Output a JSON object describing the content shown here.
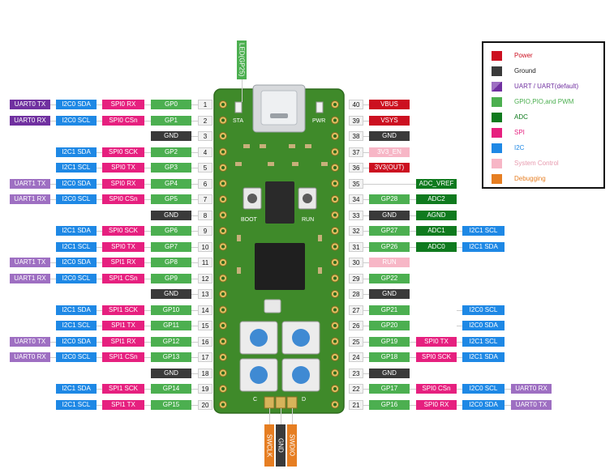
{
  "colors": {
    "uart": "#7030a0",
    "uart_alt": "#9e6fc2",
    "i2c": "#1e88e5",
    "spi": "#e6207f",
    "gpio": "#4caf50",
    "adc": "#0f7a1e",
    "power": "#cc1020",
    "ground": "#3a3a3a",
    "sysctl": "#f7b6c6",
    "debug": "#e67e22",
    "board": "#3f8a2a"
  },
  "legend": [
    {
      "label": "Power",
      "type": "power"
    },
    {
      "label": "Ground",
      "type": "ground"
    },
    {
      "label": "UART / UART(default)",
      "type": "uart_split"
    },
    {
      "label": "GPIO,PIO,and PWM",
      "type": "gpio"
    },
    {
      "label": "ADC",
      "type": "adc"
    },
    {
      "label": "SPI",
      "type": "spi"
    },
    {
      "label": "I2C",
      "type": "i2c"
    },
    {
      "label": "System Control",
      "type": "sysctl"
    },
    {
      "label": "Debugging",
      "type": "debug"
    }
  ],
  "board_labels": {
    "sta": "STA",
    "pwr": "PWR",
    "boot": "BOOT",
    "run": "RUN",
    "c": "C",
    "d": "D"
  },
  "led_label": "LED(GP25)",
  "left_pins": [
    {
      "num": "1",
      "labels": [
        {
          "t": "UART0 TX",
          "c": "uart"
        },
        {
          "t": "I2C0 SDA",
          "c": "i2c"
        },
        {
          "t": "SPI0 RX",
          "c": "spi"
        },
        {
          "t": "GP0",
          "c": "gpio"
        }
      ]
    },
    {
      "num": "2",
      "labels": [
        {
          "t": "UART0 RX",
          "c": "uart"
        },
        {
          "t": "I2C0 SCL",
          "c": "i2c"
        },
        {
          "t": "SPI0 CSn",
          "c": "spi"
        },
        {
          "t": "GP1",
          "c": "gpio"
        }
      ]
    },
    {
      "num": "3",
      "labels": [
        {
          "t": "GND",
          "c": "ground"
        }
      ]
    },
    {
      "num": "4",
      "labels": [
        {
          "t": "I2C1 SDA",
          "c": "i2c"
        },
        {
          "t": "SPI0 SCK",
          "c": "spi"
        },
        {
          "t": "GP2",
          "c": "gpio"
        }
      ]
    },
    {
      "num": "5",
      "labels": [
        {
          "t": "I2C1 SCL",
          "c": "i2c"
        },
        {
          "t": "SPI0 TX",
          "c": "spi"
        },
        {
          "t": "GP3",
          "c": "gpio"
        }
      ]
    },
    {
      "num": "6",
      "labels": [
        {
          "t": "UART1 TX",
          "c": "uart_alt"
        },
        {
          "t": "I2C0 SDA",
          "c": "i2c"
        },
        {
          "t": "SPI0 RX",
          "c": "spi"
        },
        {
          "t": "GP4",
          "c": "gpio"
        }
      ]
    },
    {
      "num": "7",
      "labels": [
        {
          "t": "UART1 RX",
          "c": "uart_alt"
        },
        {
          "t": "I2C0 SCL",
          "c": "i2c"
        },
        {
          "t": "SPI0 CSn",
          "c": "spi"
        },
        {
          "t": "GP5",
          "c": "gpio"
        }
      ]
    },
    {
      "num": "8",
      "labels": [
        {
          "t": "GND",
          "c": "ground"
        }
      ]
    },
    {
      "num": "9",
      "labels": [
        {
          "t": "I2C1 SDA",
          "c": "i2c"
        },
        {
          "t": "SPI0 SCK",
          "c": "spi"
        },
        {
          "t": "GP6",
          "c": "gpio"
        }
      ]
    },
    {
      "num": "10",
      "labels": [
        {
          "t": "I2C1 SCL",
          "c": "i2c"
        },
        {
          "t": "SPI0 TX",
          "c": "spi"
        },
        {
          "t": "GP7",
          "c": "gpio"
        }
      ]
    },
    {
      "num": "11",
      "labels": [
        {
          "t": "UART1 TX",
          "c": "uart_alt"
        },
        {
          "t": "I2C0 SDA",
          "c": "i2c"
        },
        {
          "t": "SPI1 RX",
          "c": "spi"
        },
        {
          "t": "GP8",
          "c": "gpio"
        }
      ]
    },
    {
      "num": "12",
      "labels": [
        {
          "t": "UART1 RX",
          "c": "uart_alt"
        },
        {
          "t": "I2C0 SCL",
          "c": "i2c"
        },
        {
          "t": "SPI1 CSn",
          "c": "spi"
        },
        {
          "t": "GP9",
          "c": "gpio"
        }
      ]
    },
    {
      "num": "13",
      "labels": [
        {
          "t": "GND",
          "c": "ground"
        }
      ]
    },
    {
      "num": "14",
      "labels": [
        {
          "t": "I2C1 SDA",
          "c": "i2c"
        },
        {
          "t": "SPI1 SCK",
          "c": "spi"
        },
        {
          "t": "GP10",
          "c": "gpio"
        }
      ]
    },
    {
      "num": "15",
      "labels": [
        {
          "t": "I2C1 SCL",
          "c": "i2c"
        },
        {
          "t": "SPI1 TX",
          "c": "spi"
        },
        {
          "t": "GP11",
          "c": "gpio"
        }
      ]
    },
    {
      "num": "16",
      "labels": [
        {
          "t": "UART0 TX",
          "c": "uart_alt"
        },
        {
          "t": "I2C0 SDA",
          "c": "i2c"
        },
        {
          "t": "SPI1 RX",
          "c": "spi"
        },
        {
          "t": "GP12",
          "c": "gpio"
        }
      ]
    },
    {
      "num": "17",
      "labels": [
        {
          "t": "UART0 RX",
          "c": "uart_alt"
        },
        {
          "t": "I2C0 SCL",
          "c": "i2c"
        },
        {
          "t": "SPI1 CSn",
          "c": "spi"
        },
        {
          "t": "GP13",
          "c": "gpio"
        }
      ]
    },
    {
      "num": "18",
      "labels": [
        {
          "t": "GND",
          "c": "ground"
        }
      ]
    },
    {
      "num": "19",
      "labels": [
        {
          "t": "I2C1 SDA",
          "c": "i2c"
        },
        {
          "t": "SPI1 SCK",
          "c": "spi"
        },
        {
          "t": "GP14",
          "c": "gpio"
        }
      ]
    },
    {
      "num": "20",
      "labels": [
        {
          "t": "I2C1 SCL",
          "c": "i2c"
        },
        {
          "t": "SPI1 TX",
          "c": "spi"
        },
        {
          "t": "GP15",
          "c": "gpio"
        }
      ]
    }
  ],
  "right_pins": [
    {
      "num": "40",
      "labels": [
        {
          "t": "VBUS",
          "c": "power"
        }
      ]
    },
    {
      "num": "39",
      "labels": [
        {
          "t": "VSYS",
          "c": "power"
        }
      ]
    },
    {
      "num": "38",
      "labels": [
        {
          "t": "GND",
          "c": "ground"
        }
      ]
    },
    {
      "num": "37",
      "labels": [
        {
          "t": "3V3_EN",
          "c": "sysctl"
        }
      ]
    },
    {
      "num": "36",
      "labels": [
        {
          "t": "3V3(OUT)",
          "c": "power"
        }
      ]
    },
    {
      "num": "35",
      "labels": [
        {
          "t": "ADC_VREF",
          "c": "adc"
        }
      ],
      "offset": true
    },
    {
      "num": "34",
      "labels": [
        {
          "t": "GP28",
          "c": "gpio"
        },
        {
          "t": "ADC2",
          "c": "adc"
        }
      ]
    },
    {
      "num": "33",
      "labels": [
        {
          "t": "GND",
          "c": "ground"
        },
        {
          "t": "AGND",
          "c": "adc"
        }
      ]
    },
    {
      "num": "32",
      "labels": [
        {
          "t": "GP27",
          "c": "gpio"
        },
        {
          "t": "ADC1",
          "c": "adc"
        },
        {
          "t": "I2C1 SCL",
          "c": "i2c"
        }
      ]
    },
    {
      "num": "31",
      "labels": [
        {
          "t": "GP26",
          "c": "gpio"
        },
        {
          "t": "ADC0",
          "c": "adc"
        },
        {
          "t": "I2C1 SDA",
          "c": "i2c"
        }
      ]
    },
    {
      "num": "30",
      "labels": [
        {
          "t": "RUN",
          "c": "sysctl"
        }
      ]
    },
    {
      "num": "29",
      "labels": [
        {
          "t": "GP22",
          "c": "gpio"
        }
      ]
    },
    {
      "num": "28",
      "labels": [
        {
          "t": "GND",
          "c": "ground"
        }
      ]
    },
    {
      "num": "27",
      "labels": [
        {
          "t": "GP21",
          "c": "gpio"
        },
        {
          "t": "",
          "c": "none"
        },
        {
          "t": "I2C0 SCL",
          "c": "i2c"
        }
      ]
    },
    {
      "num": "26",
      "labels": [
        {
          "t": "GP20",
          "c": "gpio"
        },
        {
          "t": "",
          "c": "none"
        },
        {
          "t": "I2C0 SDA",
          "c": "i2c"
        }
      ]
    },
    {
      "num": "25",
      "labels": [
        {
          "t": "GP19",
          "c": "gpio"
        },
        {
          "t": "SPI0 TX",
          "c": "spi"
        },
        {
          "t": "I2C1 SCL",
          "c": "i2c"
        }
      ]
    },
    {
      "num": "24",
      "labels": [
        {
          "t": "GP18",
          "c": "gpio"
        },
        {
          "t": "SPI0 SCK",
          "c": "spi"
        },
        {
          "t": "I2C1 SDA",
          "c": "i2c"
        }
      ]
    },
    {
      "num": "23",
      "labels": [
        {
          "t": "GND",
          "c": "ground"
        }
      ]
    },
    {
      "num": "22",
      "labels": [
        {
          "t": "GP17",
          "c": "gpio"
        },
        {
          "t": "SPI0 CSn",
          "c": "spi"
        },
        {
          "t": "I2C0 SCL",
          "c": "i2c"
        },
        {
          "t": "UART0 RX",
          "c": "uart_alt"
        }
      ]
    },
    {
      "num": "21",
      "labels": [
        {
          "t": "GP16",
          "c": "gpio"
        },
        {
          "t": "SPI0 RX",
          "c": "spi"
        },
        {
          "t": "I2C0 SDA",
          "c": "i2c"
        },
        {
          "t": "UART0 TX",
          "c": "uart_alt"
        }
      ]
    }
  ],
  "debug_pins": [
    {
      "label": "SWCLK",
      "c": "debug"
    },
    {
      "label": "GND",
      "c": "ground"
    },
    {
      "label": "SWDIO",
      "c": "debug"
    }
  ]
}
